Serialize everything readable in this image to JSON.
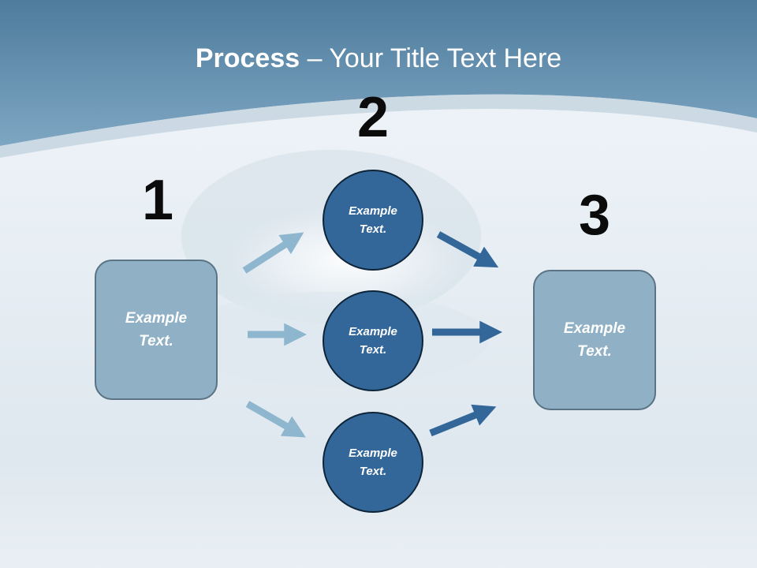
{
  "title": {
    "bold": "Process",
    "rest": " – Your Title Text Here"
  },
  "steps": {
    "one": "1",
    "two": "2",
    "three": "3"
  },
  "left_box": {
    "label": "Example\nText."
  },
  "circles": [
    {
      "label": "Example\nText."
    },
    {
      "label": "Example\nText."
    },
    {
      "label": "Example\nText."
    }
  ],
  "right_box": {
    "label": "Example\nText."
  },
  "colors": {
    "header": "#6b96b4",
    "box_fill": "#8fb0c5",
    "circle_fill": "#336699",
    "arrow_light": "#8fb6cf",
    "arrow_dark": "#336699"
  }
}
